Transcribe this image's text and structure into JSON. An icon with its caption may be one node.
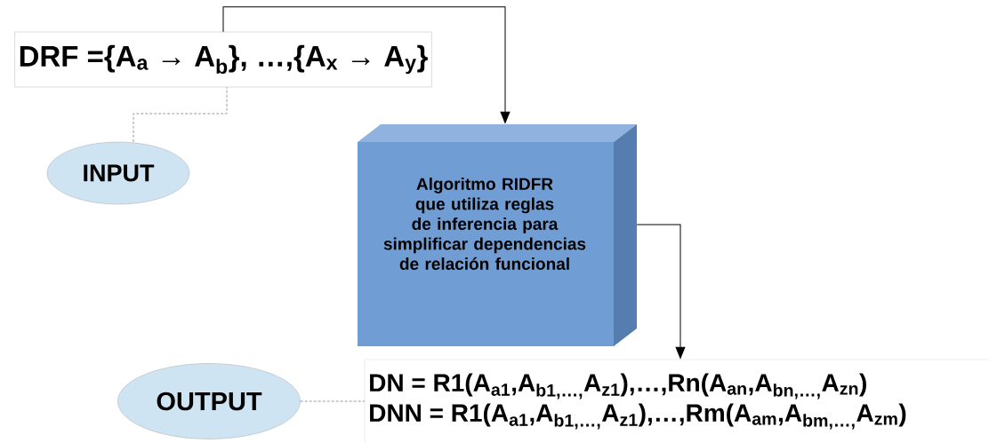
{
  "diagram": {
    "nodes": [
      {
        "text": [
          "DRF ={A$_{a}$ → A$_{b}$}, …,{A$_{x}$ → A$_{y}$}"
        ]
      },
      {
        "text": [
          "INPUT"
        ]
      },
      {
        "text": [
          "Algoritmo RIDFR que utiliza reglas de inferencia para simplificar dependencias de relación funcional"
        ]
      },
      {
        "text": [
          "DN = R1(A$_{a1}$,A$_{b1,…,}$A$_{z1}$),…,Rn(A$_{an}$,A$_{bn,…,}$A$_{zn}$)",
          "DNN = R1(A$_{a1}$,A$_{b1,…,}$A$_{z1}$),…,Rm(A$_{am}$,A$_{bm,…,}$A$_{zm}$)"
        ]
      },
      {
        "text": [
          "OUTPUT"
        ]
      }
    ],
    "edges": [
      {
        "from": 0,
        "to": 2,
        "arrow": "to"
      },
      {
        "from": 1,
        "to": 0,
        "arrow": "none",
        "style": "dashed",
        "color": "#808080"
      },
      {
        "from": 2,
        "to": 3,
        "arrow": "to"
      },
      {
        "from": 4,
        "to": 3,
        "arrow": "none",
        "style": "dashed",
        "color": "#808080"
      }
    ]
  }
}
